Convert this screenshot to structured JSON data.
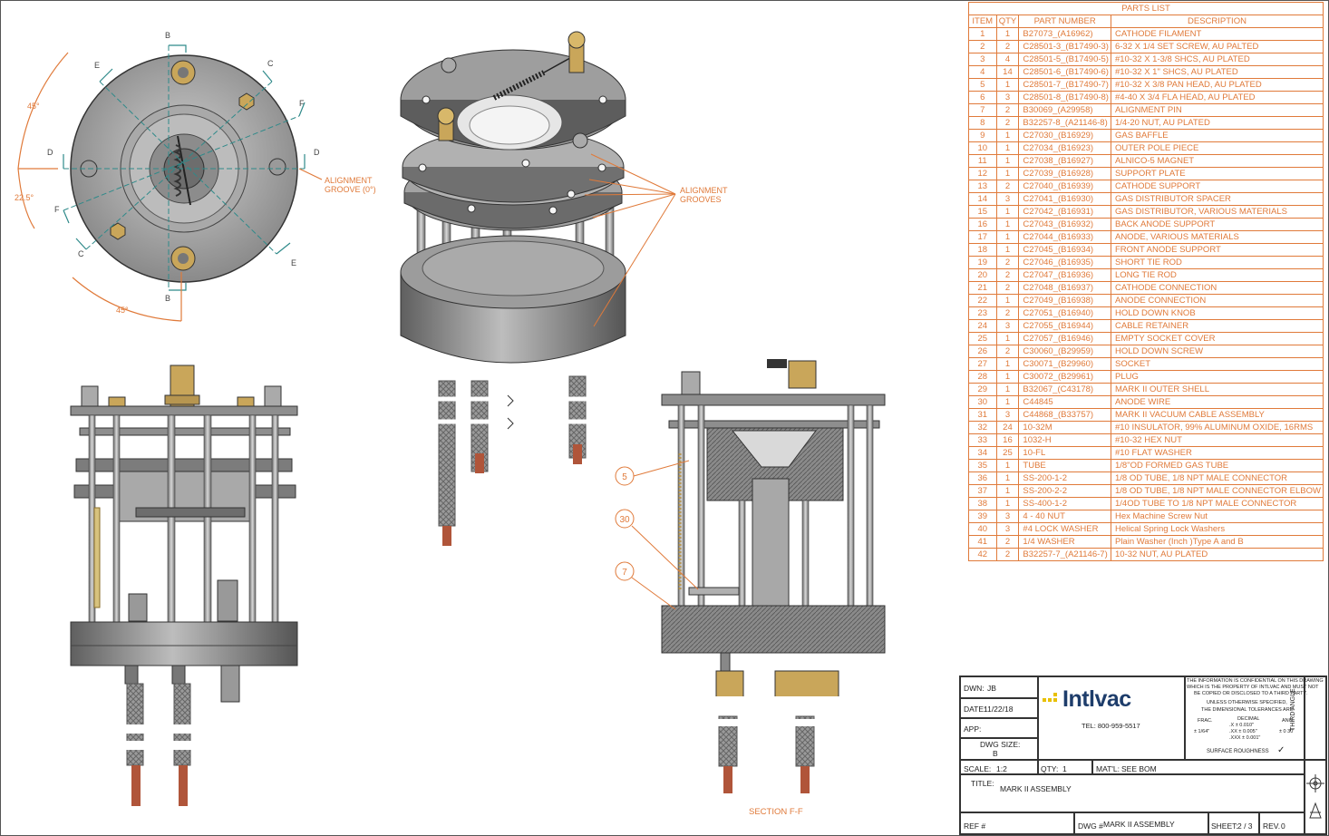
{
  "parts_list": {
    "title": "PARTS LIST",
    "headers": [
      "ITEM",
      "QTY",
      "PART NUMBER",
      "DESCRIPTION"
    ],
    "rows": [
      [
        "1",
        "1",
        "B27073_(A16962)",
        "CATHODE FILAMENT"
      ],
      [
        "2",
        "2",
        "C28501-3_(B17490-3)",
        "6-32 X 1/4 SET SCREW, AU PALTED"
      ],
      [
        "3",
        "4",
        "C28501-5_(B17490-5)",
        "#10-32 X 1-3/8 SHCS, AU PLATED"
      ],
      [
        "4",
        "14",
        "C28501-6_(B17490-6)",
        "#10-32 X 1\" SHCS, AU PLATED"
      ],
      [
        "5",
        "1",
        "C28501-7_(B17490-7)",
        "#10-32 X 3/8 PAN HEAD, AU PLATED"
      ],
      [
        "6",
        "3",
        "C28501-8_(B17490-8)",
        "#4-40 X 3/4 FLA HEAD, AU PLATED"
      ],
      [
        "7",
        "2",
        "B30069_(A29958)",
        "ALIGNMENT PIN"
      ],
      [
        "8",
        "2",
        "B32257-8_(A21146-8)",
        "1/4-20 NUT, AU PLATED"
      ],
      [
        "9",
        "1",
        "C27030_(B16929)",
        "GAS BAFFLE"
      ],
      [
        "10",
        "1",
        "C27034_(B16923)",
        "OUTER POLE PIECE"
      ],
      [
        "11",
        "1",
        "C27038_(B16927)",
        "ALNICO-5 MAGNET"
      ],
      [
        "12",
        "1",
        "C27039_(B16928)",
        "SUPPORT PLATE"
      ],
      [
        "13",
        "2",
        "C27040_(B16939)",
        "CATHODE SUPPORT"
      ],
      [
        "14",
        "3",
        "C27041_(B16930)",
        "GAS DISTRIBUTOR SPACER"
      ],
      [
        "15",
        "1",
        "C27042_(B16931)",
        "GAS DISTRIBUTOR, VARIOUS MATERIALS"
      ],
      [
        "16",
        "1",
        "C27043_(B16932)",
        "BACK ANODE SUPPORT"
      ],
      [
        "17",
        "1",
        "C27044_(B16933)",
        "ANODE, VARIOUS MATERIALS"
      ],
      [
        "18",
        "1",
        "C27045_(B16934)",
        "FRONT ANODE SUPPORT"
      ],
      [
        "19",
        "2",
        "C27046_(B16935)",
        "SHORT TIE ROD"
      ],
      [
        "20",
        "2",
        "C27047_(B16936)",
        "LONG TIE ROD"
      ],
      [
        "21",
        "2",
        "C27048_(B16937)",
        "CATHODE CONNECTION"
      ],
      [
        "22",
        "1",
        "C27049_(B16938)",
        "ANODE CONNECTION"
      ],
      [
        "23",
        "2",
        "C27051_(B16940)",
        "HOLD DOWN KNOB"
      ],
      [
        "24",
        "3",
        "C27055_(B16944)",
        "CABLE RETAINER"
      ],
      [
        "25",
        "1",
        "C27057_(B16946)",
        "EMPTY SOCKET COVER"
      ],
      [
        "26",
        "2",
        "C30060_(B29959)",
        "HOLD DOWN SCREW"
      ],
      [
        "27",
        "1",
        "C30071_(B29960)",
        "SOCKET"
      ],
      [
        "28",
        "1",
        "C30072_(B29961)",
        "PLUG"
      ],
      [
        "29",
        "1",
        "B32067_(C43178)",
        "MARK II OUTER SHELL"
      ],
      [
        "30",
        "1",
        "C44845",
        "ANODE WIRE"
      ],
      [
        "31",
        "3",
        "C44868_(B33757)",
        "MARK II VACUUM CABLE ASSEMBLY"
      ],
      [
        "32",
        "24",
        "10-32M",
        "#10 INSULATOR, 99% ALUMINUM OXIDE, 16RMS"
      ],
      [
        "33",
        "16",
        "1032-H",
        "#10-32 HEX NUT"
      ],
      [
        "34",
        "25",
        "10-FL",
        "#10 FLAT WASHER"
      ],
      [
        "35",
        "1",
        "TUBE",
        "1/8\"OD FORMED GAS TUBE"
      ],
      [
        "36",
        "1",
        "SS-200-1-2",
        "1/8 OD TUBE, 1/8 NPT MALE CONNECTOR"
      ],
      [
        "37",
        "1",
        "SS-200-2-2",
        "1/8 OD TUBE, 1/8 NPT MALE CONNECTOR ELBOW"
      ],
      [
        "38",
        "1",
        "SS-400-1-2",
        "1/4OD TUBE TO 1/8 NPT MALE CONNECTOR"
      ],
      [
        "39",
        "3",
        "4 - 40 NUT",
        "Hex Machine Screw Nut"
      ],
      [
        "40",
        "3",
        "#4 LOCK WASHER",
        "Helical Spring Lock Washers"
      ],
      [
        "41",
        "2",
        "1/4 WASHER",
        "Plain Washer (Inch )Type A and B"
      ],
      [
        "42",
        "2",
        "B32257-7_(A21146-7)",
        "10-32 NUT, AU PLATED"
      ]
    ]
  },
  "annotations": {
    "alignment_groove": [
      "ALIGNMENT",
      "GROOVE (0°)"
    ],
    "alignment_grooves": [
      "ALIGNMENT",
      "GROOVES"
    ],
    "section_label": "SECTION F-F",
    "angle_45_top": "45°",
    "angle_22_5": "22.5°",
    "angle_45_bottom": "45°",
    "section_letters": [
      "B",
      "E",
      "C",
      "F",
      "D",
      "D",
      "F",
      "C",
      "E",
      "B"
    ],
    "balloons": [
      "5",
      "30",
      "7"
    ]
  },
  "title_block": {
    "dwn_label": "DWN:",
    "dwn": "JB",
    "date_label": "DATE:",
    "date": "11/22/18",
    "app_label": "APP:",
    "dwg_size_label": "DWG SIZE:",
    "dwg_size": "B",
    "company": "Intlvac",
    "tel": "TEL: 800-959-5517",
    "confidential": [
      "THE INFORMATION IS CONFIDENTIAL ON THIS DRAWING",
      "WHICH IS THE PROPERTY OF INTLVAC AND MUST NOT",
      "BE COPIED OR DISCLOSED TO A THIRD PARTY."
    ],
    "tolerance_note": [
      "UNLESS OTHERWISE SPECIFIED,",
      "THE DIMENSIONAL TOLERANCES ARE:"
    ],
    "frac_label": "FRAC.",
    "frac": "± 1/64\"",
    "decimal_label": "DECIMAL",
    "decimal_rows": [
      ".X     ± 0.010\"",
      ".XX    ± 0.005\"",
      ".XXX  ± 0.001\""
    ],
    "ang_label": "ANG.",
    "ang": "± 0 30'",
    "surface": "SURFACE ROUGHNESS",
    "third_angle": "THIRD ANGLE",
    "scale_label": "SCALE:",
    "scale": "1:2",
    "qty_label": "QTY:",
    "qty": "1",
    "matl_label": "MAT'L:",
    "matl": "SEE BOM",
    "title_label": "TITLE:",
    "title": "MARK II ASSEMBLY",
    "ref_label": "REF #",
    "dwg_label": "DWG #",
    "dwg": "MARK II ASSEMBLY",
    "sheet_label": "SHEET:",
    "sheet": "2 / 3",
    "rev_label": "REV.",
    "rev": "0"
  },
  "colors": {
    "annotation": "#e07a3a",
    "metal": "#8f8f8f",
    "dark_metal": "#4a4a4a",
    "teal": "#2f8a8a",
    "copper": "#b0553a",
    "brass": "#c9a65a"
  }
}
